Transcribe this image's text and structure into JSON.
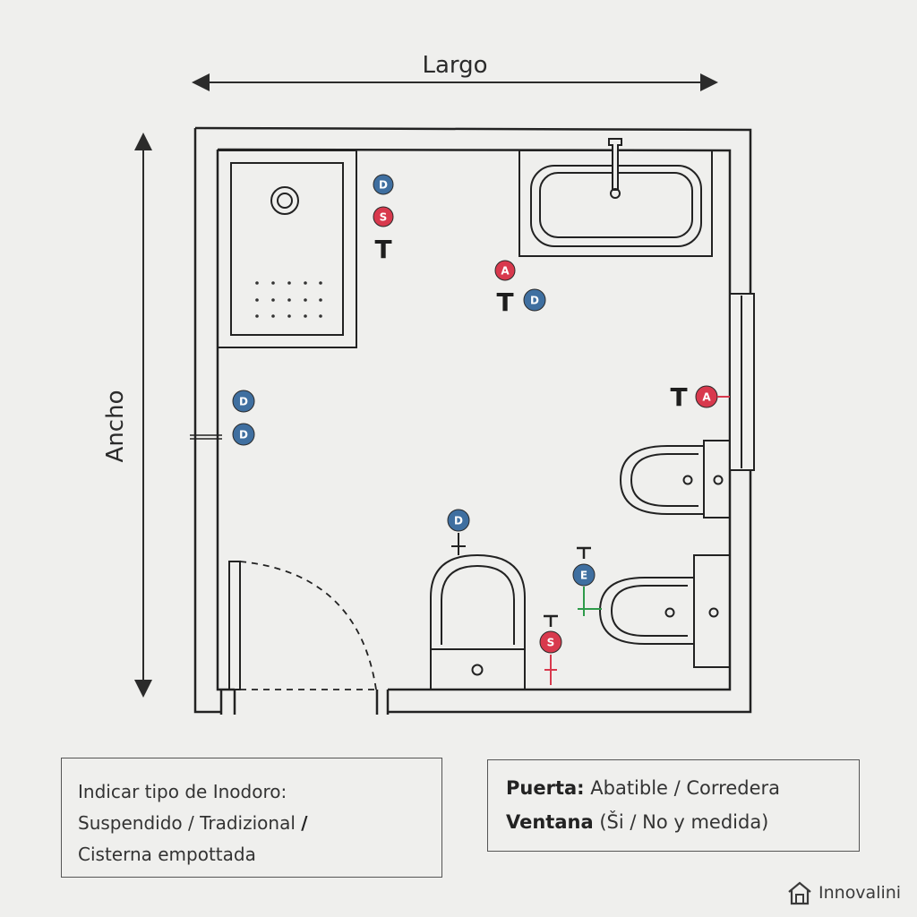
{
  "dimensions": {
    "length_label": "Largo",
    "width_label": "Ancho"
  },
  "markers": {
    "shower_upper": "D",
    "shower_s": "S",
    "sink_a": "A",
    "sink_d": "D",
    "left_wall_upper": "D",
    "left_wall_lower": "D",
    "window_a": "A",
    "toilet_d": "D",
    "bidet_e": "E",
    "toilet_s": "S"
  },
  "marker_colors": {
    "D": "#3f6fa0",
    "S": "#d8394d",
    "A": "#d8394d",
    "E": "#3f6fa0",
    "E_tick": "#2e9b4a"
  },
  "note_toilet": {
    "line1": "Indicar tipo de Inodoro:",
    "line2_a": "Suspendido / Tradizional",
    "line2_b": "/",
    "line3": "Cisterna empottada"
  },
  "note_door_window": {
    "door_label": "Puerta:",
    "door_value": "Abatible / Corredera",
    "window_label": "Ventana",
    "window_value": "(Ši / No y medida)"
  },
  "brand": {
    "name": "Innovalini",
    "icon": "house-icon"
  }
}
